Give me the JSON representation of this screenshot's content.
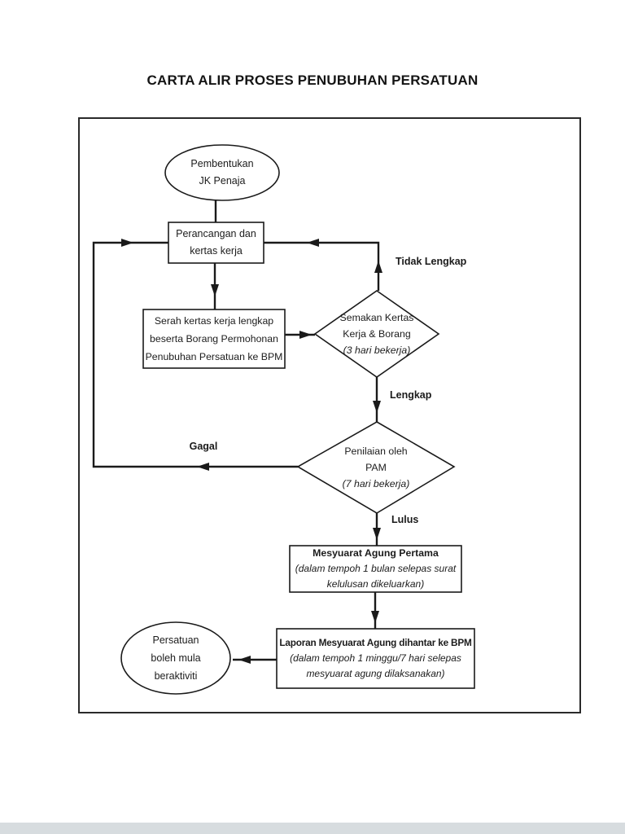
{
  "page": {
    "title": "CARTA ALIR PROSES PENUBUHAN PERSATUAN"
  },
  "flowchart": {
    "nodes": {
      "start": {
        "type": "terminator",
        "lines": [
          "Pembentukan",
          "JK Penaja"
        ]
      },
      "planning": {
        "type": "process",
        "lines": [
          "Perancangan dan",
          "kertas kerja"
        ]
      },
      "submit": {
        "type": "process",
        "lines": [
          "Serah kertas kerja lengkap",
          "beserta Borang Permohonan",
          "Penubuhan Persatuan ke BPM"
        ]
      },
      "check": {
        "type": "decision",
        "lines": [
          "Semakan Kertas",
          "Kerja & Borang"
        ],
        "note": "(3 hari bekerja)"
      },
      "evaluation": {
        "type": "decision",
        "lines": [
          "Penilaian oleh",
          "PAM"
        ],
        "note": "(7 hari bekerja)"
      },
      "agm": {
        "type": "process",
        "heading": "Mesyuarat Agung Pertama",
        "note_lines": [
          "(dalam tempoh 1 bulan selepas surat",
          "kelulusan dikeluarkan)"
        ]
      },
      "report": {
        "type": "process",
        "heading": "Laporan Mesyuarat Agung dihantar ke BPM",
        "note_lines": [
          "(dalam tempoh 1 minggu/7 hari selepas",
          "mesyuarat agung dilaksanakan)"
        ]
      },
      "end": {
        "type": "terminator",
        "lines": [
          "Persatuan",
          "boleh mula",
          "beraktiviti"
        ]
      }
    },
    "edge_labels": {
      "incomplete": "Tidak Lengkap",
      "complete": "Lengkap",
      "fail": "Gagal",
      "pass": "Lulus"
    },
    "colors": {
      "line": "#1a1a1a",
      "background": "#ffffff",
      "page_edge": "#d7dcdf"
    }
  }
}
